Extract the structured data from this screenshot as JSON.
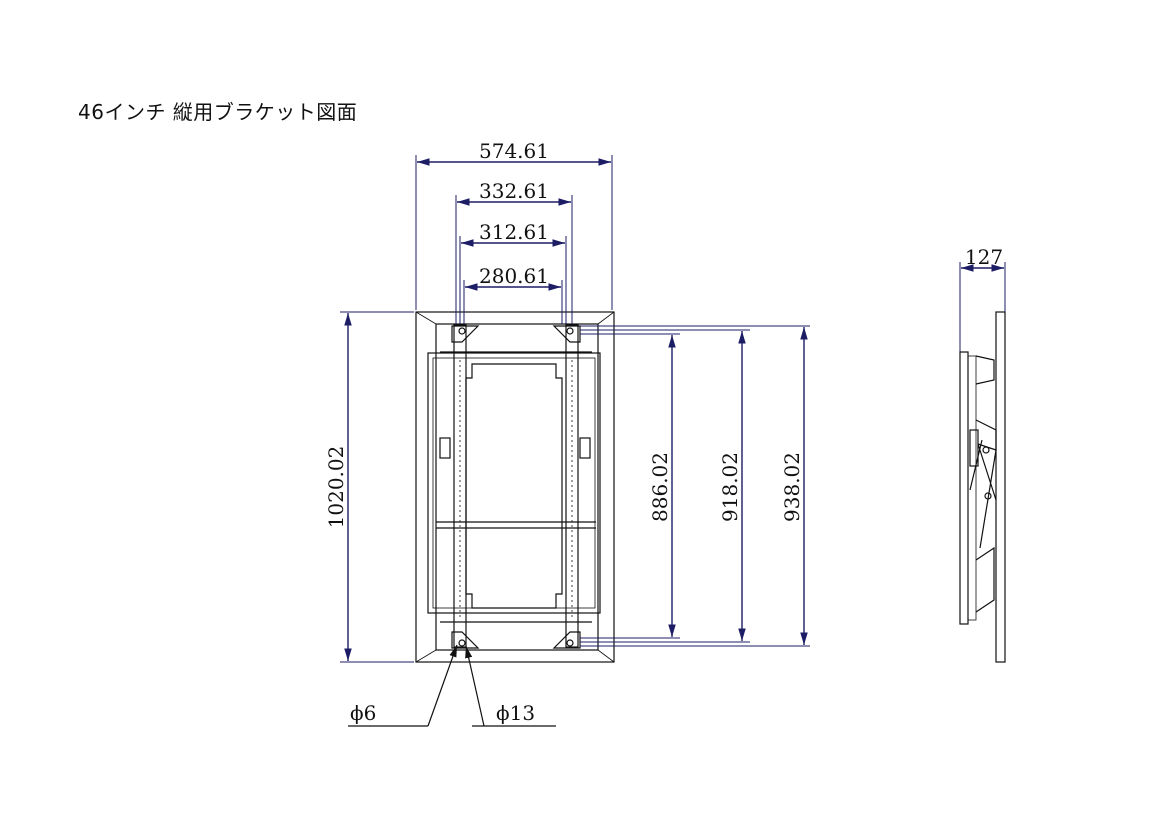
{
  "title": "46インチ 縦用ブラケット図面",
  "dimensions": {
    "overall_width": "574.61",
    "width_332": "332.61",
    "width_312": "312.61",
    "width_280": "280.61",
    "overall_height": "1020.02",
    "height_886": "886.02",
    "height_918": "918.02",
    "height_938": "938.02",
    "depth": "127",
    "hole_small": "ϕ6",
    "hole_large": "ϕ13"
  },
  "colors": {
    "dimension_line": "#1d1d66",
    "object_line": "#111111"
  }
}
